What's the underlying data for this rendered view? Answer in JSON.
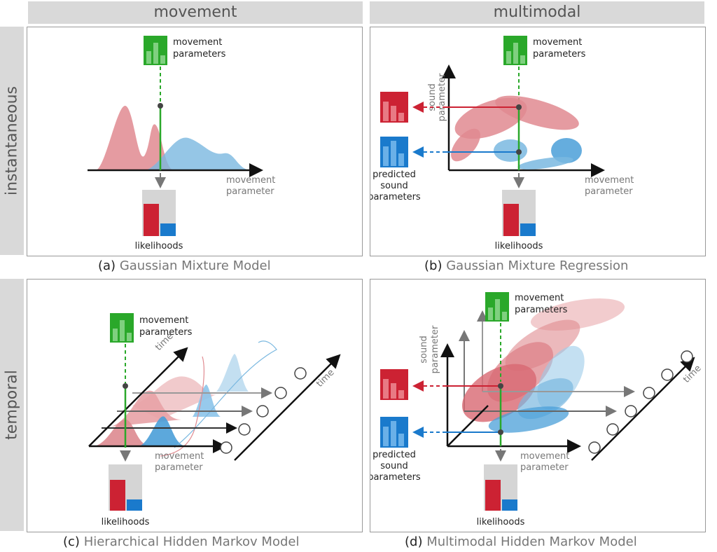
{
  "headers": {
    "col1": "movement",
    "col2": "multimodal"
  },
  "rows": {
    "row1": "instantaneous",
    "row2": "temporal"
  },
  "captions": {
    "a": {
      "letter": "(a)",
      "text": "Gaussian Mixture Model"
    },
    "b": {
      "letter": "(b)",
      "text": "Gaussian Mixture Regression"
    },
    "c": {
      "letter": "(c)",
      "text": "Hierarchical Hidden Markov Model"
    },
    "d": {
      "letter": "(d)",
      "text": "Multimodal Hidden Markov Model"
    }
  },
  "labels": {
    "movement_params_1": "movement",
    "movement_params_2": "parameters",
    "axis_move_1": "movement",
    "axis_move_2": "parameter",
    "axis_sound_1": "sound",
    "axis_sound_2": "parameter",
    "likelihoods": "likelihoods",
    "predicted_1": "predicted",
    "predicted_2": "sound",
    "predicted_3": "parameters",
    "time": "time"
  },
  "colors": {
    "green": "#2aa82a",
    "red": "#cc2233",
    "blue": "#1a7acc",
    "red_light": "#e08a90",
    "blue_light": "#7ab8e0",
    "gray": "#555555"
  }
}
